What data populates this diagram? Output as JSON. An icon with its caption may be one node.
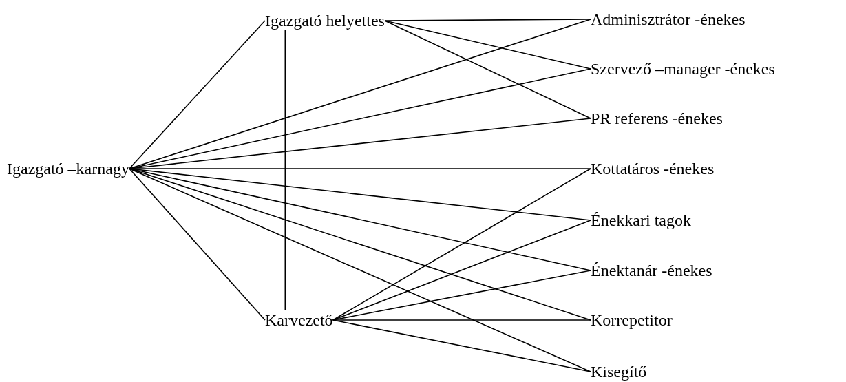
{
  "diagram": {
    "nodes": [
      {
        "text": [
          "Igazgató –karnagy"
        ]
      },
      {
        "text": [
          "Igazgató helyettes"
        ]
      },
      {
        "text": [
          "Karvezető"
        ]
      },
      {
        "text": [
          "Adminisztrátor -énekes"
        ]
      },
      {
        "text": [
          "Szervező –manager -énekes"
        ]
      },
      {
        "text": [
          "PR referens -énekes"
        ]
      },
      {
        "text": [
          "Kottatáros -énekes"
        ]
      },
      {
        "text": [
          "Énekkari tagok"
        ]
      },
      {
        "text": [
          "Énektanár -énekes"
        ]
      },
      {
        "text": [
          "Korrepetitor"
        ]
      },
      {
        "text": [
          "Kisegítő"
        ]
      }
    ],
    "edges": [
      {
        "from": 0,
        "to": 1,
        "arrow": "none"
      },
      {
        "from": 0,
        "to": 2,
        "arrow": "none"
      },
      {
        "from": 1,
        "to": 2,
        "arrow": "none"
      },
      {
        "from": 1,
        "to": 3,
        "arrow": "none"
      },
      {
        "from": 1,
        "to": 4,
        "arrow": "none"
      },
      {
        "from": 1,
        "to": 5,
        "arrow": "none"
      },
      {
        "from": 0,
        "to": 3,
        "arrow": "none"
      },
      {
        "from": 0,
        "to": 4,
        "arrow": "none"
      },
      {
        "from": 0,
        "to": 5,
        "arrow": "none"
      },
      {
        "from": 0,
        "to": 6,
        "arrow": "none"
      },
      {
        "from": 0,
        "to": 7,
        "arrow": "none"
      },
      {
        "from": 0,
        "to": 8,
        "arrow": "none"
      },
      {
        "from": 0,
        "to": 9,
        "arrow": "none"
      },
      {
        "from": 0,
        "to": 10,
        "arrow": "none"
      },
      {
        "from": 2,
        "to": 6,
        "arrow": "none"
      },
      {
        "from": 2,
        "to": 7,
        "arrow": "none"
      },
      {
        "from": 2,
        "to": 8,
        "arrow": "none"
      },
      {
        "from": 2,
        "to": 9,
        "arrow": "none"
      },
      {
        "from": 2,
        "to": 10,
        "arrow": "none"
      }
    ]
  }
}
